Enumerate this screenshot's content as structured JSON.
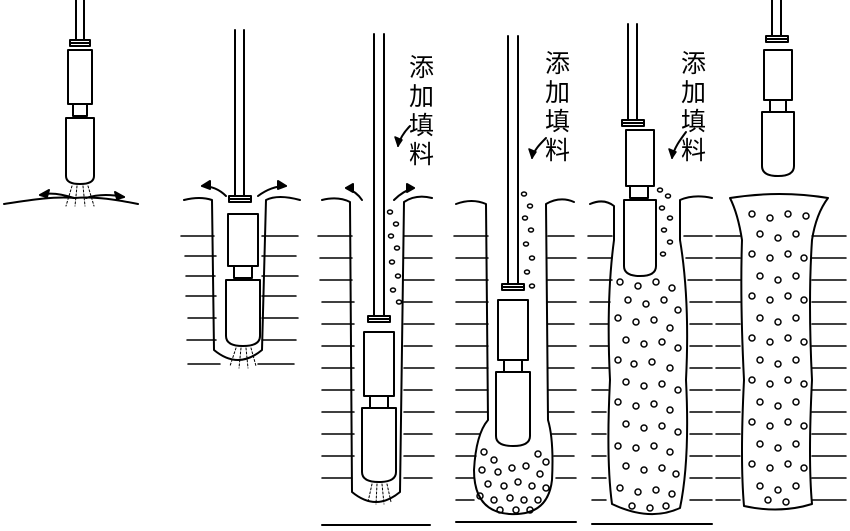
{
  "labels": {
    "add_filler": "添加填料"
  },
  "colors": {
    "ink": "#000000",
    "paper": "#ffffff"
  },
  "stages": [
    {
      "id": "penetration-start"
    },
    {
      "id": "hole-forming"
    },
    {
      "id": "filler-added"
    },
    {
      "id": "bottom-compacted"
    },
    {
      "id": "lifting-compacting"
    },
    {
      "id": "pile-complete"
    }
  ]
}
